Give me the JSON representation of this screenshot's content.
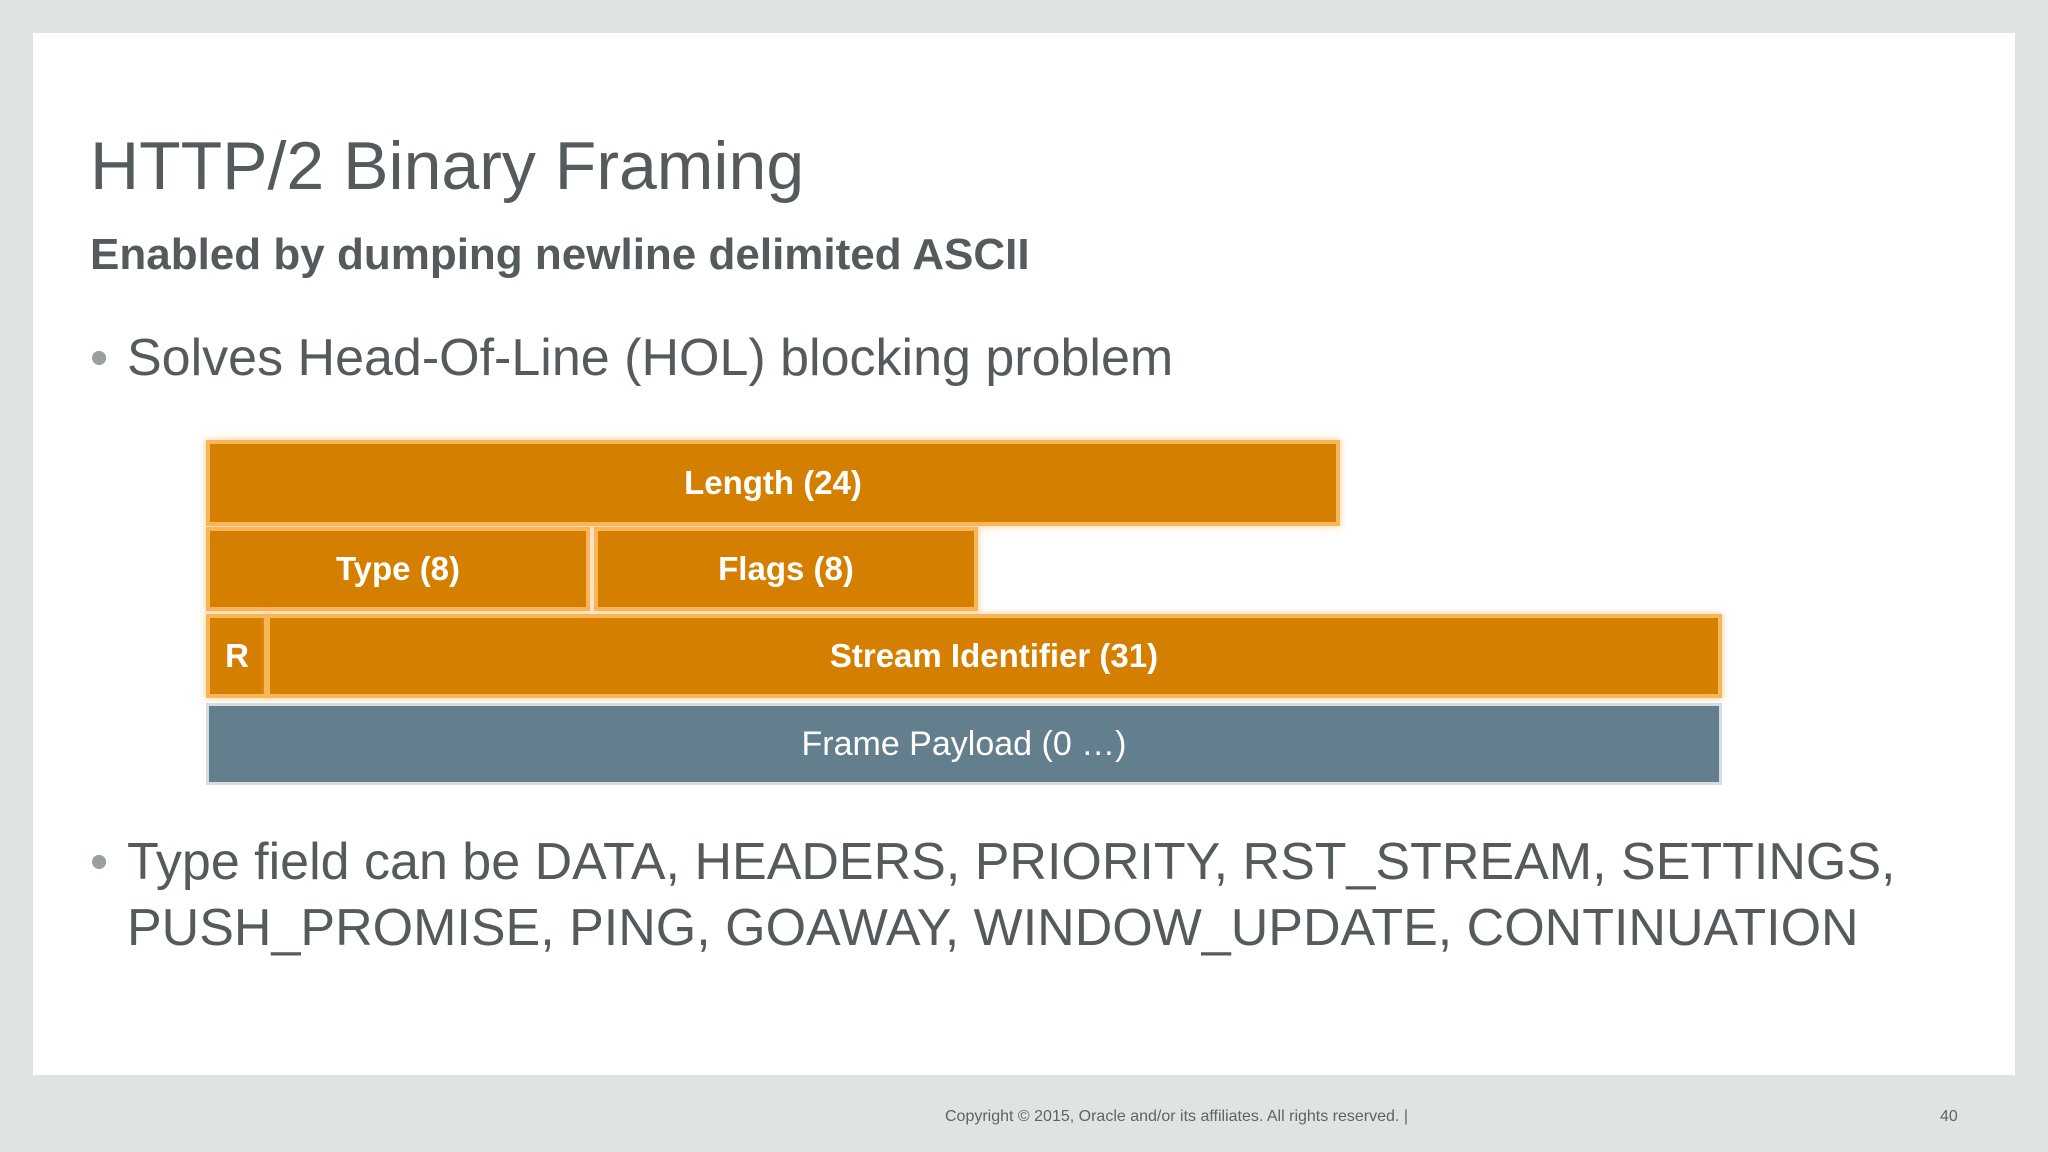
{
  "slide": {
    "title": "HTTP/2 Binary Framing",
    "subtitle": "Enabled by dumping newline delimited ASCII",
    "bullets": [
      {
        "marker": "•",
        "lines": [
          "Solves Head-Of-Line (HOL) blocking problem"
        ]
      },
      {
        "marker": "•",
        "lines": [
          "Type field can be DATA, HEADERS, PRIORITY, RST_STREAM, SETTINGS,",
          "PUSH_PROMISE, PING, GOAWAY, WINDOW_UPDATE, CONTINUATION"
        ]
      }
    ]
  },
  "frame_diagram": {
    "fields": {
      "length": "Length (24)",
      "type": "Type (8)",
      "flags": "Flags (8)",
      "reserved": "R",
      "stream_id": "Stream Identifier (31)",
      "payload": "Frame Payload (0 …)"
    },
    "colors": {
      "header_field_fill": "#d57f00",
      "header_field_border": "#f7b65a",
      "payload_fill": "#637f8d",
      "payload_border": "#d3dde2",
      "label_text": "#ffffff"
    }
  },
  "footer": {
    "copyright": "Copyright © 2015, Oracle and/or its affiliates. All rights reserved.  |",
    "page_number": "40"
  }
}
